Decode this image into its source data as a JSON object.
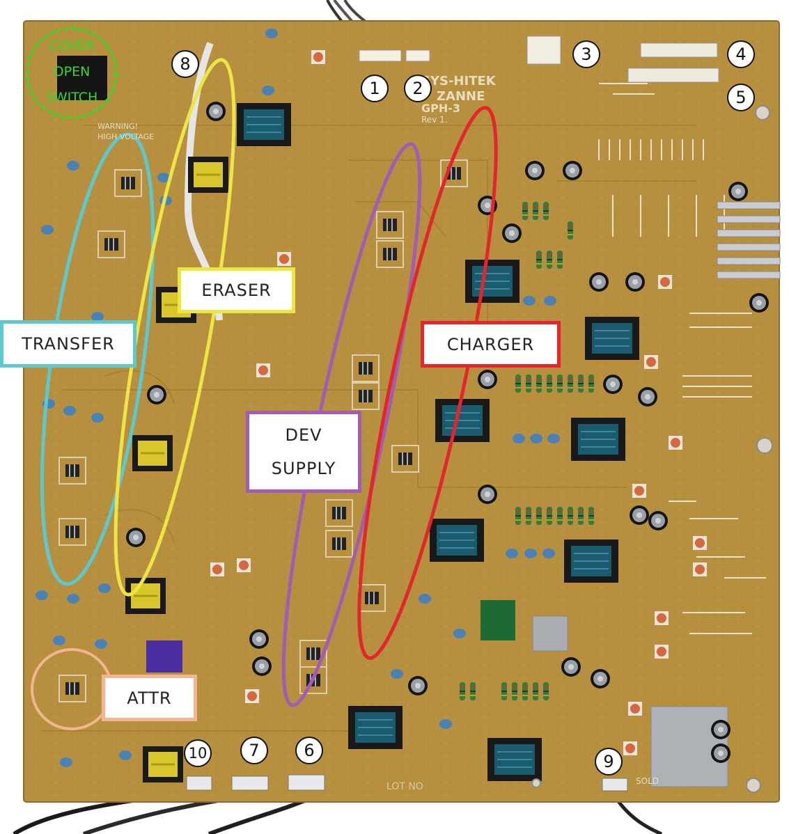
{
  "photo": {
    "subject": "printer high-voltage power supply board",
    "board_color": "#b6903f",
    "background_color": "#ffffff"
  },
  "cover_switch": {
    "lines": [
      "COVER",
      "OPEN",
      "SWITCH"
    ],
    "color": "#38d82a"
  },
  "section_labels": {
    "transfer": {
      "text": "TRANSFER",
      "color": "#5cc8d2"
    },
    "eraser": {
      "text": "ERASER",
      "color": "#ece644"
    },
    "charger": {
      "text": "CHARGER",
      "color": "#e2262b"
    },
    "dev_supply": {
      "line1": "DEV",
      "line2": "SUPPLY",
      "color": "#a45cb3"
    },
    "attr": {
      "text": "ATTR",
      "color": "#f2b592"
    }
  },
  "connector_numbers": [
    "1",
    "2",
    "3",
    "4",
    "5",
    "6",
    "7",
    "8",
    "9",
    "10"
  ],
  "board_text": {
    "maker_1": "SYS-HITEK",
    "maker_2": "ZANNE",
    "maker_3": "GPH-3",
    "rev": "Rev 1.",
    "warning_1": "WARNING!",
    "warning_2": "HIGH VOLTAGE",
    "lot": "LOT NO",
    "sold": "SOLD"
  }
}
